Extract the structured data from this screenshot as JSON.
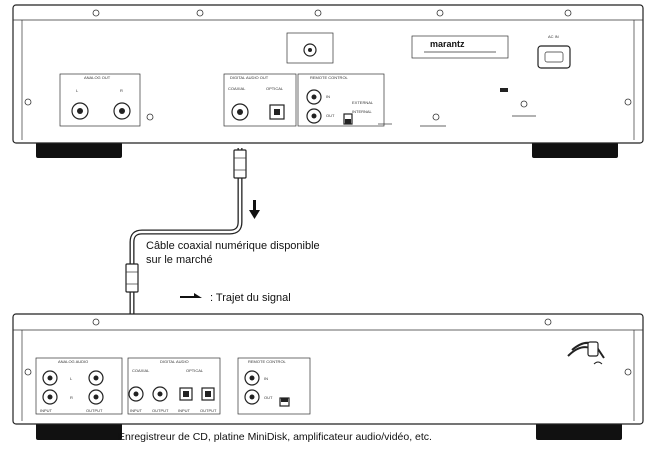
{
  "top_device": {
    "brand": "marantz",
    "panel_labels": {
      "analog_out": "ANALOG OUT",
      "digital_out": "DIGITAL AUDIO OUT",
      "coaxial": "COAXIAL",
      "optical": "OPTICAL",
      "remote": "REMOTE CONTROL",
      "remote_in": "IN",
      "remote_out": "OUT",
      "internal": "INTERNAL",
      "external": "EXTERNAL",
      "ac_in": "AC IN",
      "l": "L",
      "r": "R"
    }
  },
  "bottom_device": {
    "caption": "Enregistreur de CD, platine MiniDisk, amplificateur audio/vidéo, etc.",
    "panel_labels": {
      "analog": "ANALOG AUDIO",
      "digital": "DIGITAL AUDIO",
      "coaxial": "COAXIAL",
      "optical": "OPTICAL",
      "remote": "REMOTE CONTROL",
      "input": "INPUT",
      "output": "OUTPUT",
      "l": "L",
      "r": "R",
      "in": "IN",
      "out": "OUT"
    }
  },
  "cable_label_line1": "Câble coaxial numérique disponible",
  "cable_label_line2": "sur le marché",
  "signal_legend": ": Trajet du signal"
}
